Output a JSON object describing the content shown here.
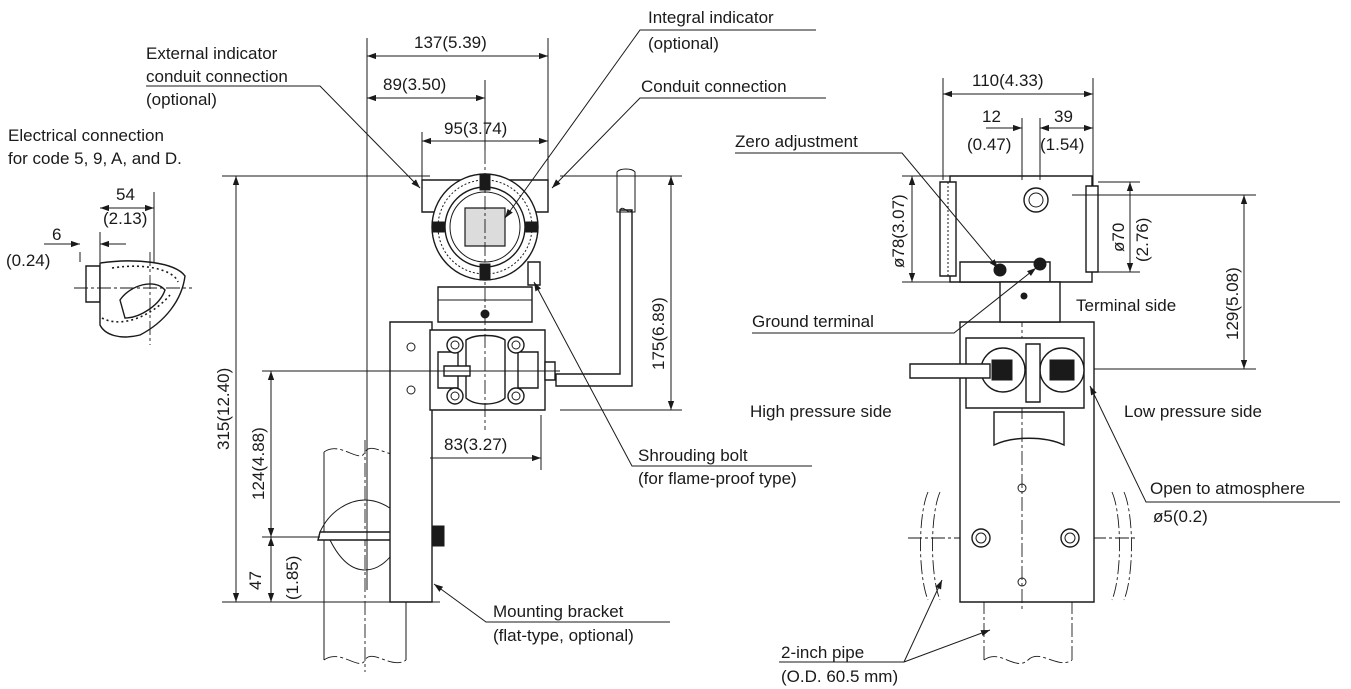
{
  "labels": {
    "external_indicator": [
      "External indicator",
      "conduit connection",
      "(optional)"
    ],
    "integral_indicator": [
      "Integral indicator",
      "(optional)"
    ],
    "conduit_connection": "Conduit connection",
    "electrical_connection": [
      "Electrical connection",
      "for code 5, 9, A, and D."
    ],
    "zero_adjustment": "Zero adjustment",
    "ground_terminal": "Ground terminal",
    "terminal_side": "Terminal side",
    "high_pressure_side": "High pressure side",
    "low_pressure_side": "Low pressure side",
    "shrouding_bolt": [
      "Shrouding bolt",
      "(for flame-proof type)"
    ],
    "open_to_atmosphere": [
      "Open to atmosphere",
      "ø5(0.2)"
    ],
    "mounting_bracket": [
      "Mounting bracket",
      "(flat-type, optional)"
    ],
    "pipe": [
      "2-inch pipe",
      "(O.D. 60.5 mm)"
    ]
  },
  "dimensions": {
    "d137": "137(5.39)",
    "d89": "89(3.50)",
    "d95": "95(3.74)",
    "d175": "175(6.89)",
    "d315": "315(12.40)",
    "d124": "124(4.88)",
    "d47": "47",
    "d185": "(1.85)",
    "d83": "83(3.27)",
    "d54": "54",
    "d213": "(2.13)",
    "d6": "6",
    "d024": "(0.24)",
    "d110": "110(4.33)",
    "d12": "12",
    "d047": "(0.47)",
    "d39": "39",
    "d154": "(1.54)",
    "d78": "ø78(3.07)",
    "d70": "ø70",
    "d276": "(2.76)",
    "d129": "129(5.08)"
  }
}
